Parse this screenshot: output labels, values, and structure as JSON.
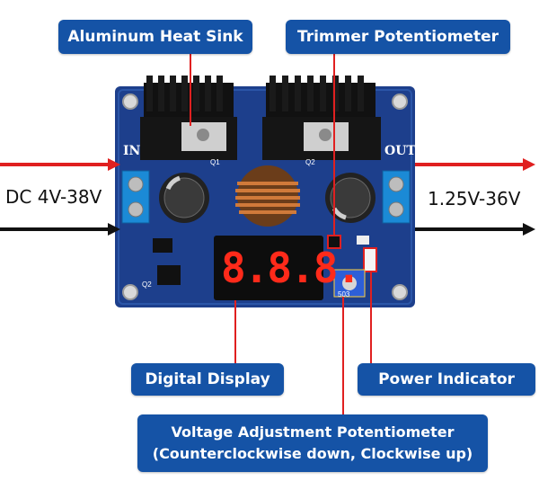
{
  "callouts": {
    "heat_sink": "Aluminum Heat Sink",
    "trimmer": "Trimmer Potentiometer",
    "display": "Digital Display",
    "power_indicator": "Power Indicator",
    "voltage_adj_line1": "Voltage Adjustment Potentiometer",
    "voltage_adj_line2": "(Counterclockwise down, Clockwise up)"
  },
  "input_range": "DC 4V-38V",
  "output_range": "1.25V-36V",
  "board": {
    "in_label": "IN",
    "out_label": "OUT",
    "q1": "Q1",
    "q2": "Q2",
    "q2b": "Q2",
    "pot_marking": "503",
    "display_digits": "8.8.8."
  },
  "colors": {
    "callout_bg": "#1553a6",
    "board": "#1d3f8c",
    "arrow_red": "#e02020",
    "leader_red": "#e02020",
    "display_red": "#ff2a1a"
  }
}
